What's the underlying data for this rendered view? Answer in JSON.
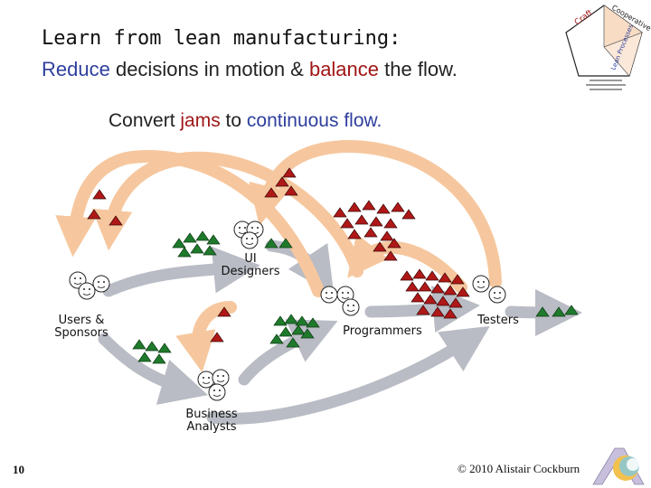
{
  "slide": {
    "title": "Learn from lean manufacturing:",
    "subtitle_parts": {
      "kw1": "Reduce",
      "mid1": " decisions in motion & ",
      "kw2": "balance",
      "end": " the flow."
    },
    "subhead_parts": {
      "start": "Convert ",
      "kw1": "jams",
      "mid": " to ",
      "kw2": "continuous flow."
    },
    "page_number": "10",
    "copyright": "© 2010 Alistair Cockburn"
  },
  "logo": {
    "labels": [
      "Craft",
      "Cooperative Games",
      "Lean Processes"
    ]
  },
  "roles": {
    "users": [
      "Users &",
      "Sponsors"
    ],
    "ui": [
      "UI",
      "Designers"
    ],
    "business": [
      "Business",
      "Analysts"
    ],
    "programmers": "Programmers",
    "testers": "Testers"
  },
  "colors": {
    "blue_keyword": "#2e3f9e",
    "red_keyword": "#a01616",
    "feedback_arrow": "#f6c79e",
    "flow_arrow": "#b9bcc4",
    "green_item": "#1f7a2c",
    "red_item": "#b01818"
  }
}
